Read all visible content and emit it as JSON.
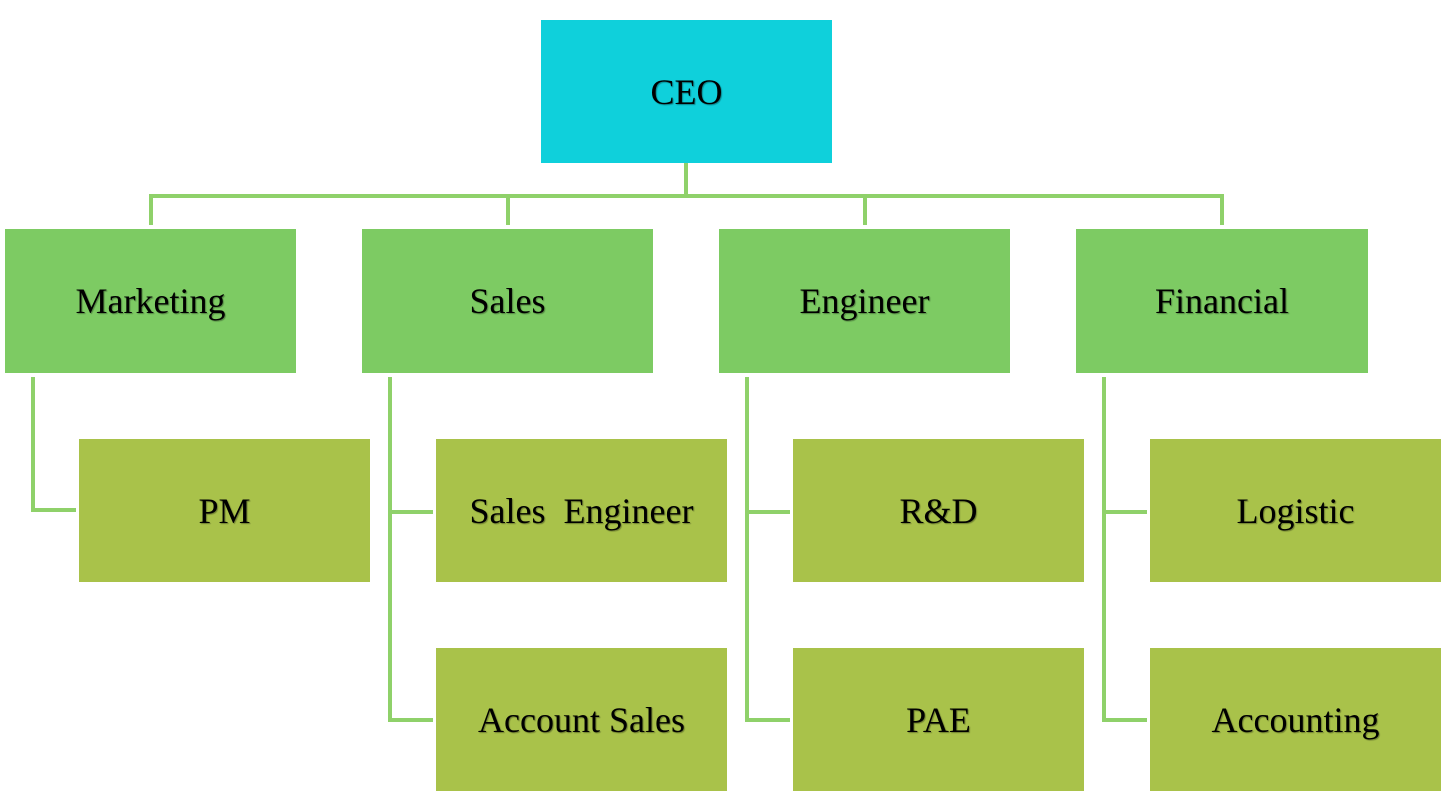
{
  "colors": {
    "root": "#0fd0db",
    "department": "#7dcb63",
    "team": "#a9c24a",
    "connector": "#8fd16a"
  },
  "org_chart": {
    "root": {
      "label": "CEO"
    },
    "departments": [
      {
        "label": "Marketing",
        "children": [
          {
            "label": "PM"
          }
        ]
      },
      {
        "label": "Sales",
        "children": [
          {
            "label": "Sales  Engineer"
          },
          {
            "label": "Account Sales"
          }
        ]
      },
      {
        "label": "Engineer",
        "children": [
          {
            "label": "R&D"
          },
          {
            "label": "PAE"
          }
        ]
      },
      {
        "label": "Financial",
        "children": [
          {
            "label": "Logistic"
          },
          {
            "label": "Accounting"
          }
        ]
      }
    ]
  }
}
